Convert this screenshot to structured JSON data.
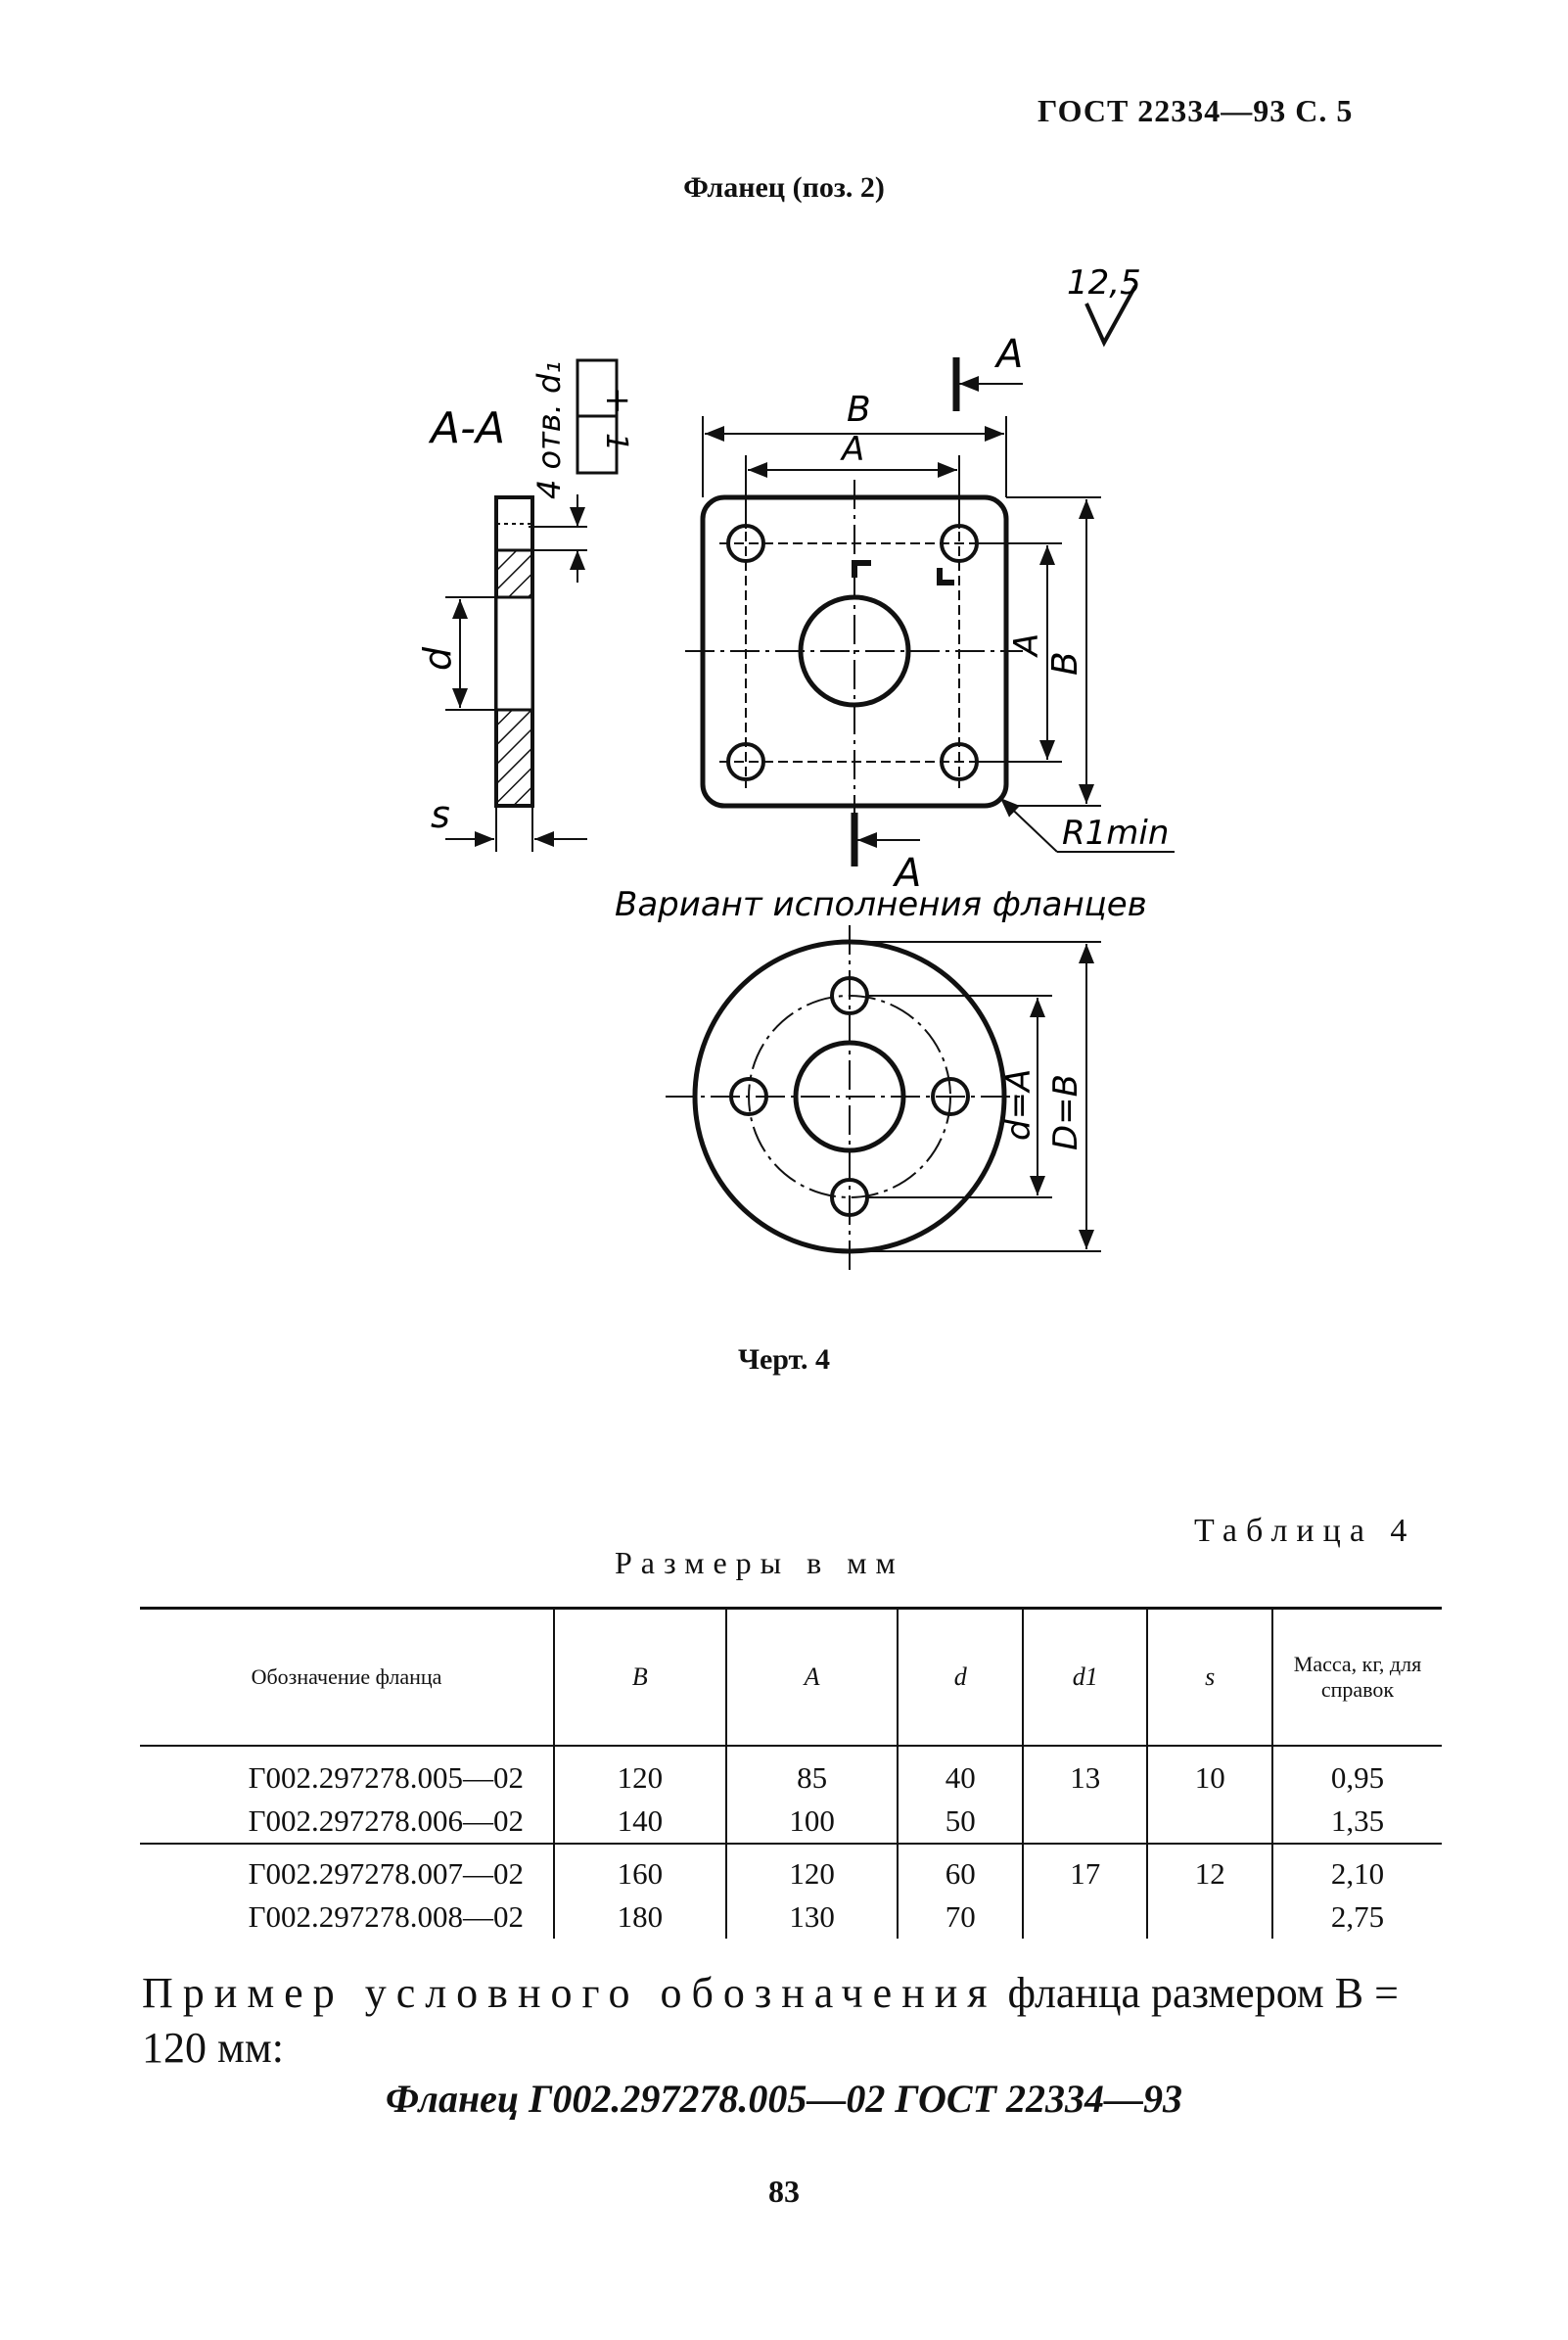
{
  "header": "ГОСТ 22334—93 С. 5",
  "figure": {
    "title": "Фланец (поз. 2)",
    "roughness": "12,5",
    "section_label": "А-А",
    "holes_callout": "4 отв. d₁",
    "tolerance_frame": [
      "+",
      "1"
    ],
    "dim_B": "В",
    "dim_A": "А",
    "dim_d": "d",
    "dim_s": "s",
    "section_arrow": "А",
    "radius_note": "R1min",
    "variant_title": "Вариант исполнения фланцев",
    "dim_dA": "d=А",
    "dim_DB": "D=В",
    "caption": "Черт. 4"
  },
  "table": {
    "label": "Таблица 4",
    "units": "Размеры в мм",
    "headers": [
      "Обозначение фланца",
      "В",
      "А",
      "d",
      "d1",
      "s",
      "Масса, кг, для справок"
    ],
    "rows": [
      [
        "Г002.297278.005—02",
        "120",
        "85",
        "40",
        "13",
        "10",
        "0,95"
      ],
      [
        "Г002.297278.006—02",
        "140",
        "100",
        "50",
        "",
        "",
        "1,35"
      ],
      [
        "Г002.297278.007—02",
        "160",
        "120",
        "60",
        "17",
        "12",
        "2,10"
      ],
      [
        "Г002.297278.008—02",
        "180",
        "130",
        "70",
        "",
        "",
        "2,75"
      ]
    ]
  },
  "example": {
    "spaced": "Пример условного обозначения",
    "rest": " фланца размером В = 120 мм:",
    "designation": "Фланец Г002.297278.005—02 ГОСТ 22334—93"
  },
  "page_number": "83"
}
